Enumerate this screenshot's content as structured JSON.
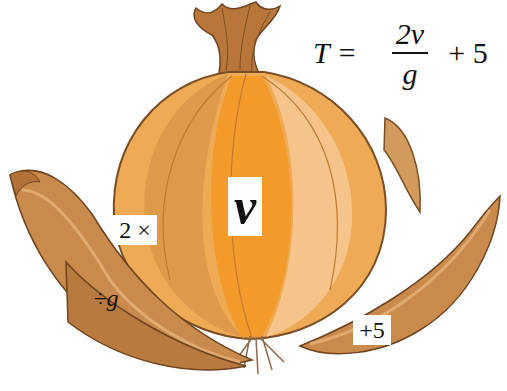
{
  "diagram": {
    "labels": [
      "T =",
      "2v",
      "g",
      "+ 5",
      "v",
      "2 ×",
      "÷g",
      "+5"
    ]
  }
}
